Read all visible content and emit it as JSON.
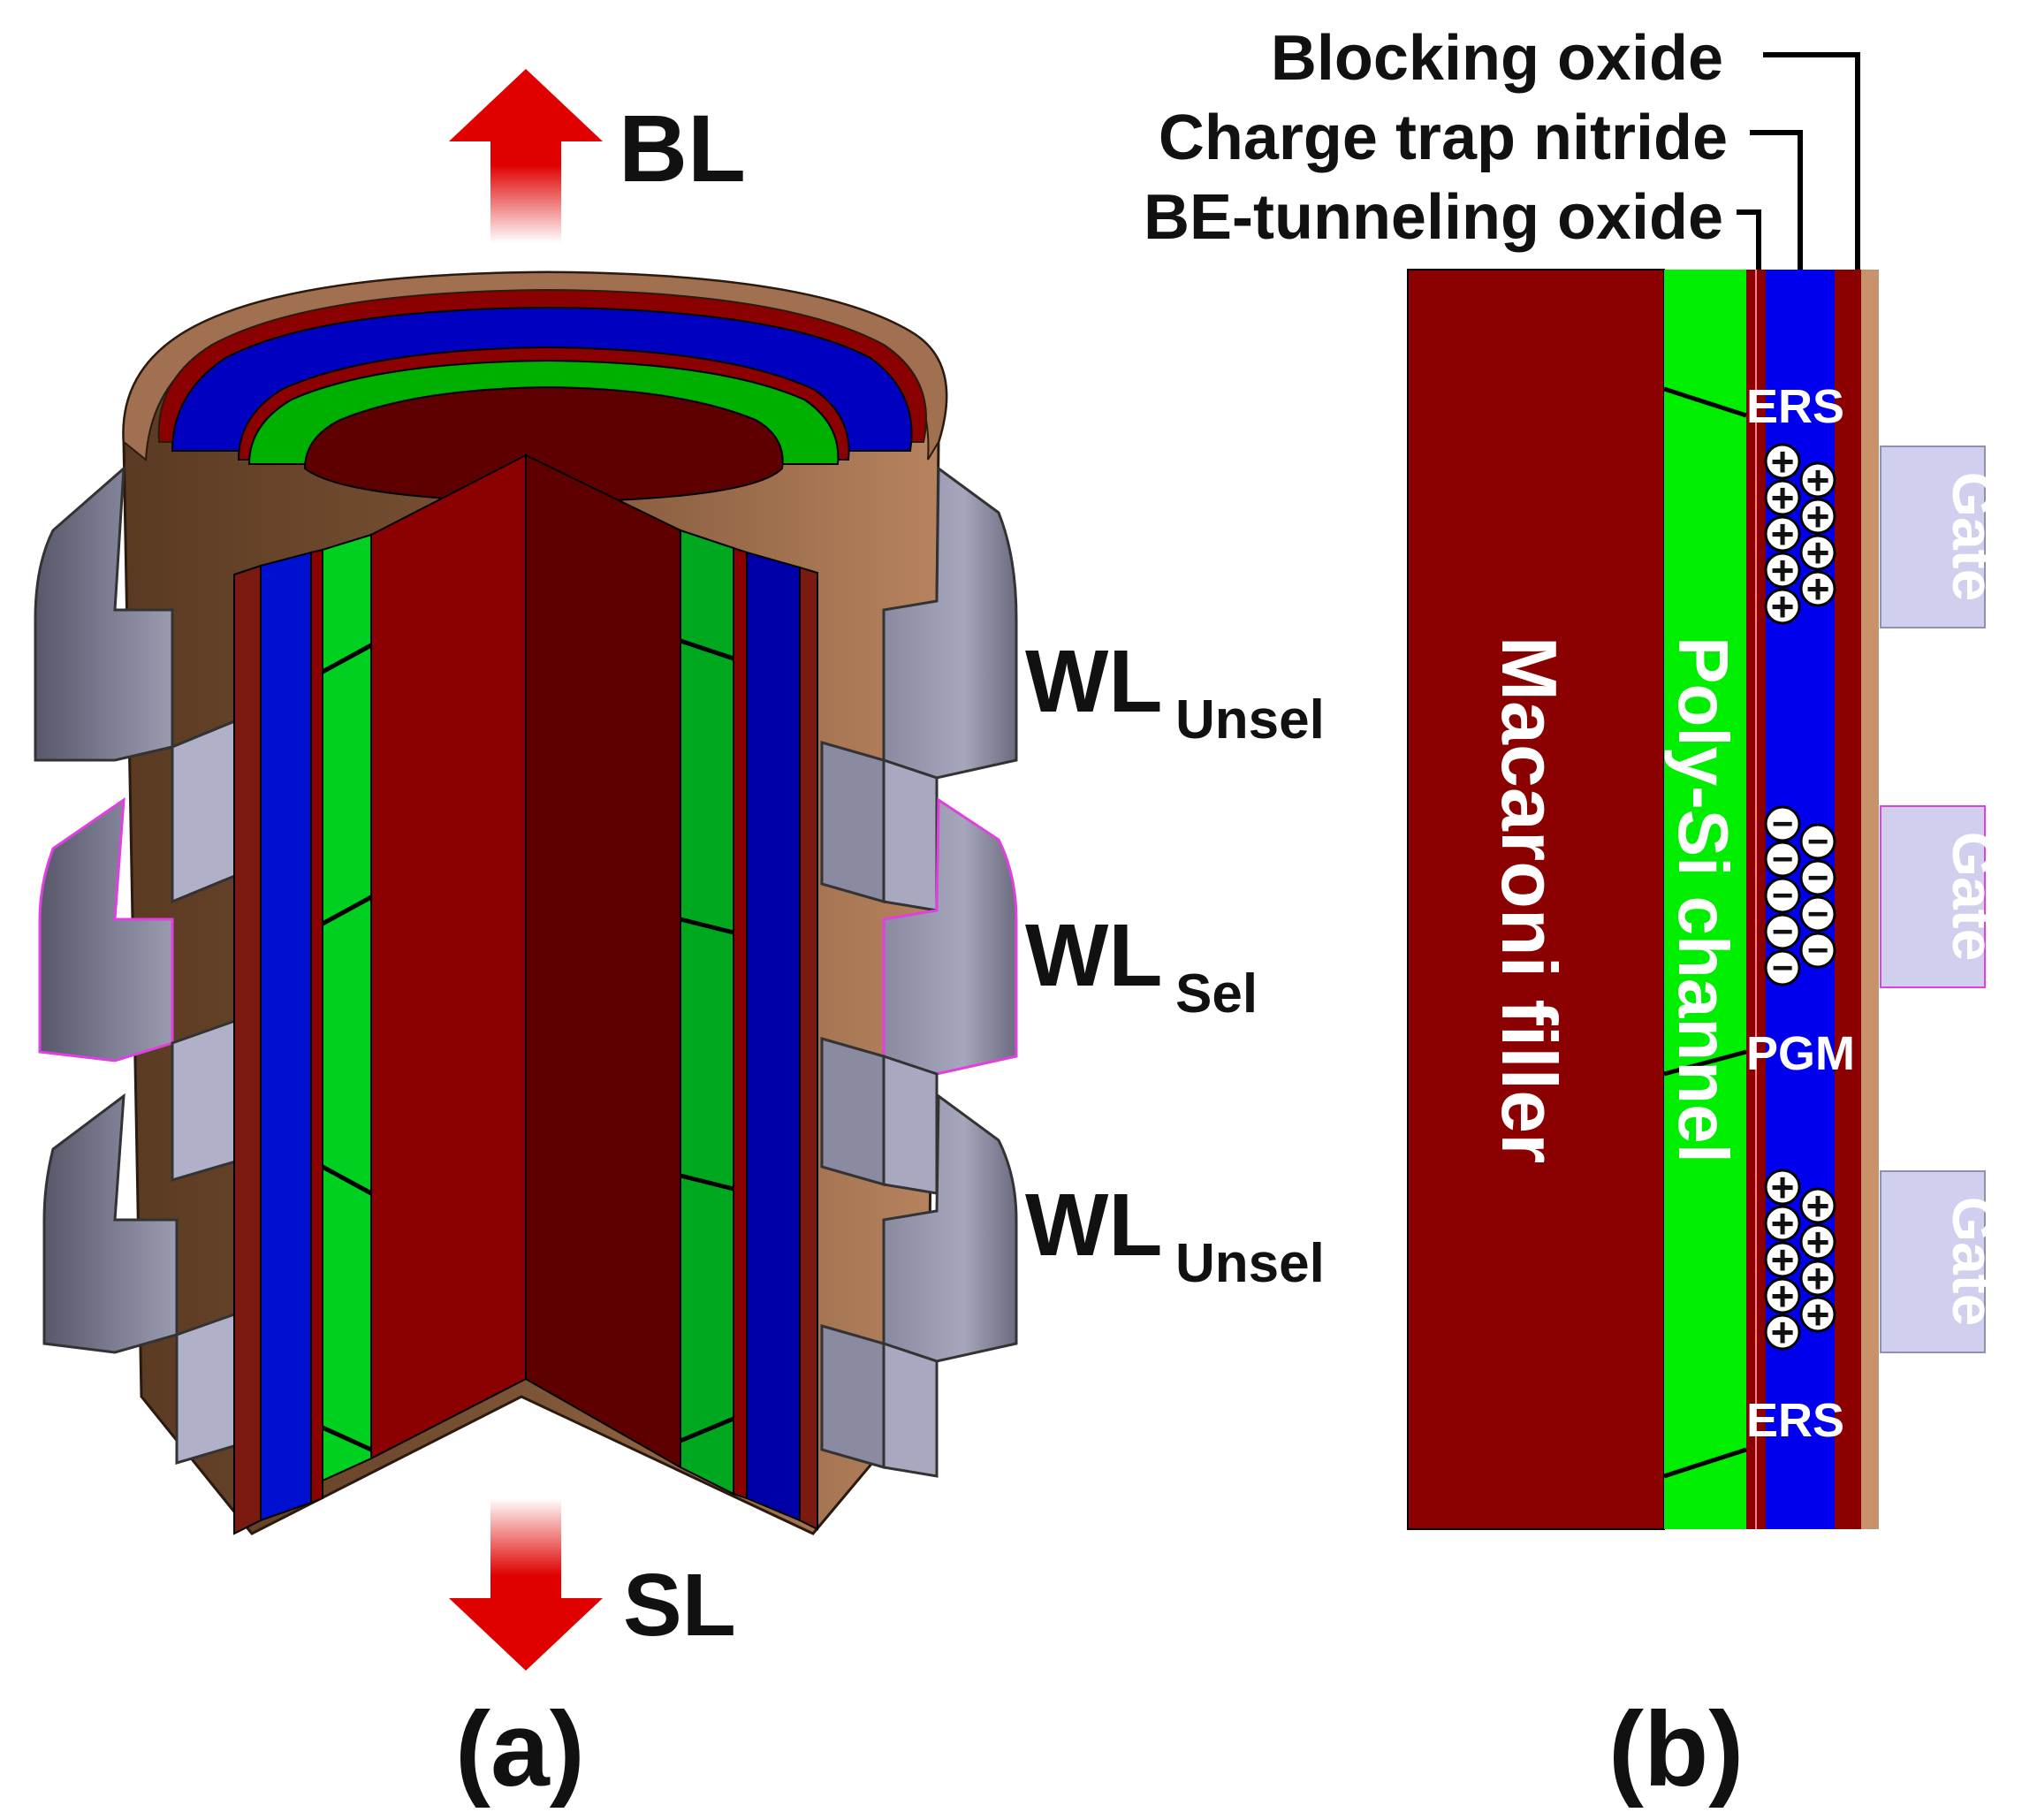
{
  "panel_a": {
    "caption": "(a)",
    "bl_label": "BL",
    "sl_label": "SL",
    "wordlines": [
      {
        "main": "WL",
        "sub": "Unsel"
      },
      {
        "main": "WL",
        "sub": "Sel"
      },
      {
        "main": "WL",
        "sub": "Unsel"
      }
    ]
  },
  "panel_b": {
    "caption": "(b)",
    "callouts": [
      "Blocking oxide",
      "Charge trap nitride",
      "BE-tunneling oxide"
    ],
    "filler_label": "Macaroni filler",
    "channel_label": "Poly-Si channel",
    "gate_label": "Gate",
    "ers_label": "ERS",
    "pgm_label": "PGM",
    "plus_symbol": "+",
    "minus_symbol": "−"
  },
  "colors": {
    "filler": "#8b0000",
    "filler_dark": "#5e0000",
    "channel": "#00ee00",
    "channel_dark": "#00a000",
    "nitride": "#0000ee",
    "nitride_dark": "#000090",
    "oxide": "#8b0000",
    "liner": "#c8936a",
    "gate_metal": "#a9a8bc",
    "gate_box": "#d0d0ee",
    "arrow": "#e00000",
    "selected_edge": "#e040e0"
  }
}
